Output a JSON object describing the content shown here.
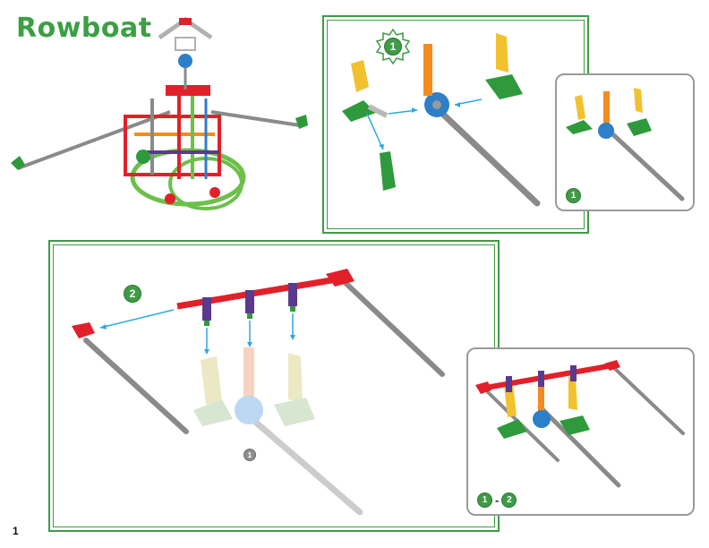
{
  "page": {
    "title": "Rowboat",
    "page_number": "1"
  },
  "steps": {
    "step1": {
      "number": "1"
    },
    "step2": {
      "number": "2",
      "ghost_ref": "1"
    }
  },
  "previews": {
    "preview1": {
      "badge": "1"
    },
    "preview2": {
      "badge_from": "1",
      "separator": "-",
      "badge_to": "2"
    }
  },
  "colors": {
    "brand_green": "#3aa043",
    "frame_green": "#3f9b45",
    "rod_red": "#e2202a",
    "connector_purple": "#5a3a8c",
    "rod_grey": "#8a8a8a",
    "piece_yellow": "#f2c12e",
    "piece_orange": "#f28c1e",
    "hub_blue": "#2c7fc8",
    "arrow_blue": "#2aa9e0"
  }
}
